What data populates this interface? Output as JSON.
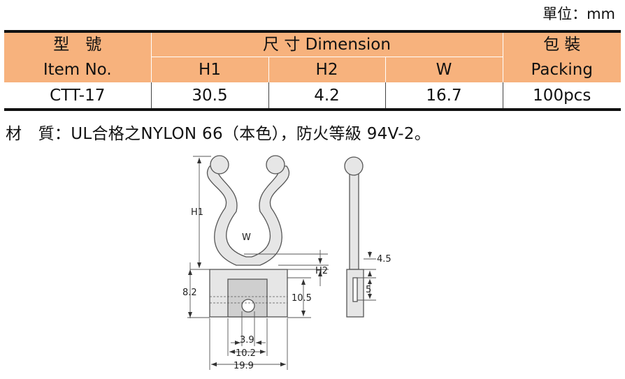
{
  "unit_label": "單位：mm",
  "table": {
    "model_zh": "型　號",
    "model_en": "Item No.",
    "dimension": "尺 寸 Dimension",
    "packing_zh": "包 裝",
    "packing_en": "Packing",
    "cols": [
      "H1",
      "H2",
      "W"
    ],
    "row": {
      "item": "CTT-17",
      "h1": "30.5",
      "h2": "4.2",
      "w": "16.7",
      "packing": "100pcs"
    }
  },
  "material_note": "材　質：UL合格之NYLON 66（本色），防火等級 94V-2。",
  "drawing_labels": {
    "h1": "H1",
    "w": "W",
    "h2": "H2",
    "d82": "8.2",
    "d105": "10.5",
    "d39": "3.9",
    "d102": "10.2",
    "d199": "19.9",
    "d45": "4.5",
    "d5": "5"
  },
  "colors": {
    "header_bg": "#f7b27d",
    "part_fill": "#e6e6e6",
    "line": "#555555"
  }
}
